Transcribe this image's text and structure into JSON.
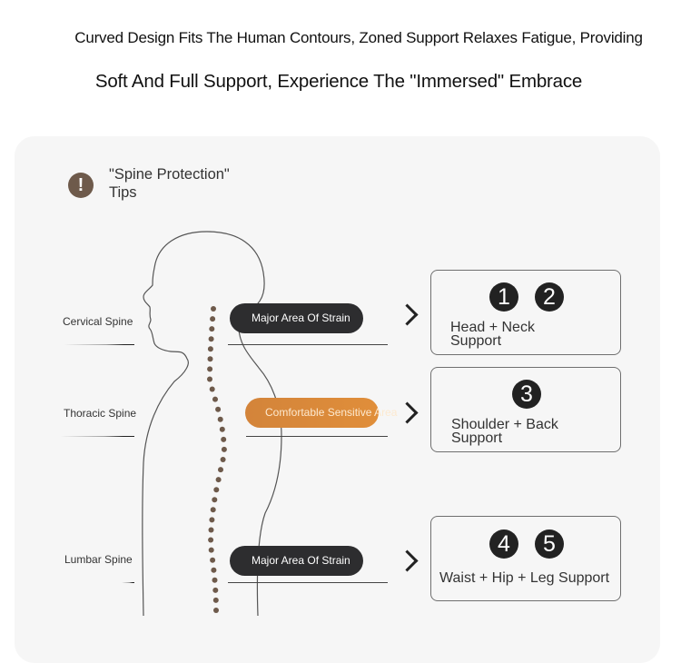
{
  "header": {
    "line1": "Curved Design Fits The Human Contours, Zoned Support Relaxes Fatigue, Providing",
    "line2": "Soft And Full Support, Experience The \"Immersed\" Embrace"
  },
  "tips": {
    "icon": "exclamation-icon",
    "title_line1": "\"Spine Protection\"",
    "title_line2": "Tips"
  },
  "spine_labels": [
    "Cervical Spine",
    "Thoracic Spine",
    "Lumbar Spine"
  ],
  "zones": [
    {
      "label": "Major Area Of Strain",
      "style": "dark"
    },
    {
      "label": "Comfortable Sensitive Area",
      "style": "orange"
    },
    {
      "label": "Major Area Of Strain",
      "style": "dark"
    }
  ],
  "supports": [
    {
      "numbers": [
        "1",
        "2"
      ],
      "line1": "Head + Neck",
      "line2": "Support"
    },
    {
      "numbers": [
        "3"
      ],
      "line1": "Shoulder + Back",
      "line2": "Support"
    },
    {
      "numbers": [
        "4",
        "5"
      ],
      "line1": "Waist + Hip + Leg Support",
      "line2": ""
    }
  ],
  "colors": {
    "card_bg": "#f6f6f6",
    "dark_pill": "#2d2d2f",
    "orange_pill": "#d8883a",
    "spine_dot": "#6e5a4b",
    "badge": "#222222"
  }
}
